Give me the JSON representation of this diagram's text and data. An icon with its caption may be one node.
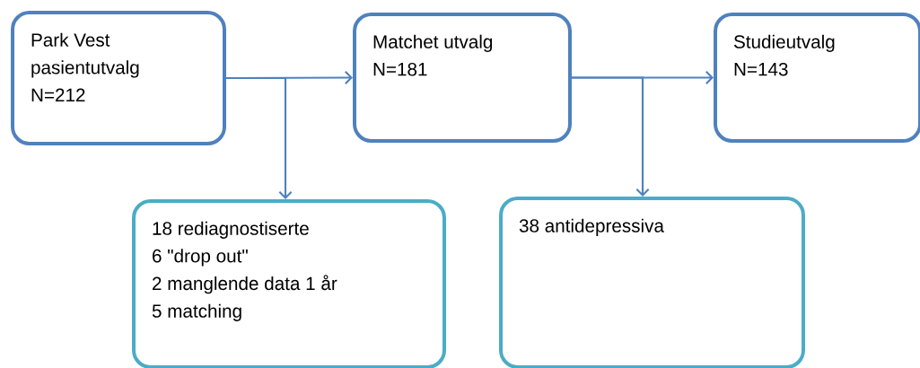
{
  "diagram": {
    "nodes": [
      {
        "text": [
          "Park Vest pasientutvalg",
          "N=212"
        ]
      },
      {
        "text": [
          "Matchet utvalg",
          "N=181"
        ]
      },
      {
        "text": [
          "Studieutvalg",
          "N=143"
        ]
      },
      {
        "text": [
          "18 rediagnostiserte",
          "6 \"drop out\"",
          "2 manglende data 1 år",
          "5 matching"
        ]
      },
      {
        "text": [
          "38 antidepressiva"
        ]
      }
    ],
    "edges": [
      {
        "from": 0,
        "to": 1,
        "arrow": "to"
      },
      {
        "from": 0,
        "to": 3,
        "arrow": "to"
      },
      {
        "from": 1,
        "to": 2,
        "arrow": "to"
      },
      {
        "from": 1,
        "to": 4,
        "arrow": "to"
      }
    ]
  }
}
